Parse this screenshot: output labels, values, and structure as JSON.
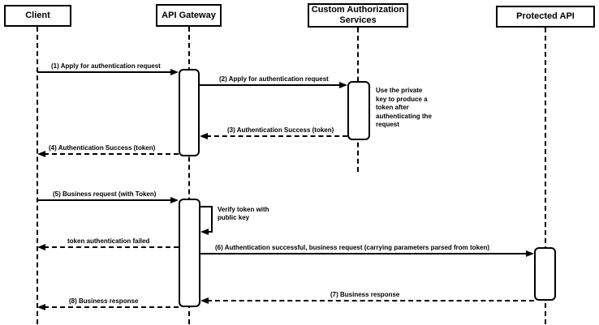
{
  "diagram": {
    "type": "sequence-diagram",
    "participants": [
      {
        "name": "Client"
      },
      {
        "name": "API Gateway"
      },
      {
        "name": "Custom Authorization Services"
      },
      {
        "name": "Protected API"
      }
    ],
    "messages": [
      {
        "label": "(1) Apply for authentication request",
        "from": "Client",
        "to": "API Gateway",
        "line": "solid"
      },
      {
        "label": "(2) Apply for authentication request",
        "from": "API Gateway",
        "to": "Custom Authorization Services",
        "line": "solid"
      },
      {
        "label": "(3) Authentication Success (token)",
        "from": "Custom Authorization Services",
        "to": "API Gateway",
        "line": "dashed"
      },
      {
        "label": "(4) Authentication Success (token)",
        "from": "API Gateway",
        "to": "Client",
        "line": "dashed"
      },
      {
        "label": "(5) Business request (with Token)",
        "from": "Client",
        "to": "API Gateway",
        "line": "solid"
      },
      {
        "label": "Verify token with public key",
        "from": "API Gateway",
        "to": "API Gateway",
        "line": "solid",
        "self": true
      },
      {
        "label": "token authentication failed",
        "from": "API Gateway",
        "to": "Client",
        "line": "dashed"
      },
      {
        "label": "(6) Authentication successful, business request (carrying parameters parsed from token)",
        "from": "API Gateway",
        "to": "Protected API",
        "line": "solid"
      },
      {
        "label": "(7) Business response",
        "from": "Protected API",
        "to": "API Gateway",
        "line": "dashed"
      },
      {
        "label": "(8) Business response",
        "from": "API Gateway",
        "to": "Client",
        "line": "dashed"
      }
    ],
    "note": {
      "text": "Use the private key to produce a token after authenticating the request",
      "attached_to": "Custom Authorization Services"
    },
    "colors": {
      "stroke": "#000000",
      "fill": "#ffffff",
      "text": "#000000"
    }
  }
}
